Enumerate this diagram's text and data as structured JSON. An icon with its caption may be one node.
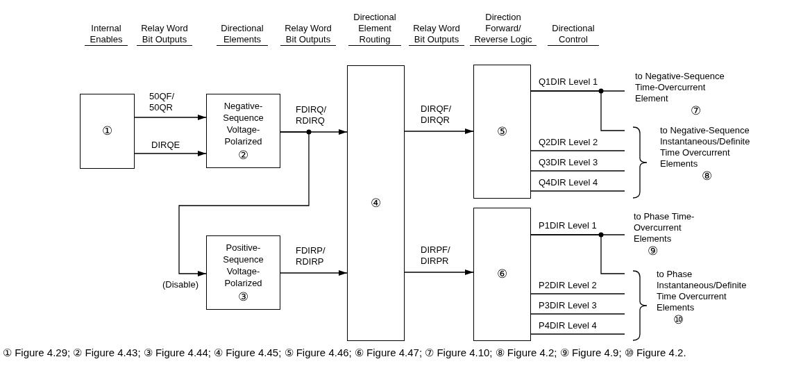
{
  "diagram": {
    "caption": "① Figure 4.29; ② Figure 4.43; ③ Figure 4.44; ④ Figure 4.45; ⑤ Figure 4.46; ⑥ Figure 4.47; ⑦ Figure 4.10; ⑧ Figure 4.2; ⑨ Figure 4.9; ⑩ Figure 4.2.",
    "nodes": [
      {
        "text": [
          "①"
        ]
      },
      {
        "text": [
          "Negative-Sequence Voltage-Polarized",
          "②"
        ]
      },
      {
        "text": [
          "Positive-Sequence Voltage-Polarized",
          "③"
        ]
      },
      {
        "text": [
          "④"
        ]
      },
      {
        "text": [
          "⑤"
        ]
      },
      {
        "text": [
          "⑥"
        ]
      },
      {
        "text": [
          "to Negative-Sequence Time-Overcurrent Element",
          "⑦"
        ]
      },
      {
        "text": [
          "to Negative-Sequence Instantaneous/Definite Time Overcurrent Elements",
          "⑧"
        ]
      },
      {
        "text": [
          "to Phase Time-Overcurrent Elements",
          "⑨"
        ]
      },
      {
        "text": [
          "to Phase Instantaneous/Definite Time Overcurrent Elements",
          "⑩"
        ]
      }
    ],
    "edges": [
      {
        "from": 0,
        "to": 1,
        "arrow": "to",
        "label": "50QF/ 50QR"
      },
      {
        "from": 0,
        "to": 1,
        "arrow": "to",
        "label": "DIRQE"
      },
      {
        "from": 1,
        "to": 3,
        "arrow": "to",
        "label": "FDIRQ/ RDIRQ"
      },
      {
        "from": 1,
        "to": 2,
        "arrow": "to",
        "label": "(Disable)"
      },
      {
        "from": 2,
        "to": 3,
        "arrow": "to",
        "label": "FDIRP/ RDIRP"
      },
      {
        "from": 3,
        "to": 4,
        "arrow": "to",
        "label": "DIRQF/ DIRQR"
      },
      {
        "from": 3,
        "to": 5,
        "arrow": "to",
        "label": "DIRPF/ DIRPR"
      },
      {
        "from": 4,
        "to": 6,
        "arrow": "none",
        "label": "Q1DIR Level 1"
      },
      {
        "from": 4,
        "to": 7,
        "arrow": "none"
      },
      {
        "from": 4,
        "to": 7,
        "arrow": "none",
        "label": "Q2DIR Level 2"
      },
      {
        "from": 4,
        "to": 7,
        "arrow": "none",
        "label": "Q3DIR Level 3"
      },
      {
        "from": 4,
        "to": 7,
        "arrow": "none",
        "label": "Q4DIR Level 4"
      },
      {
        "from": 5,
        "to": 8,
        "arrow": "none",
        "label": "P1DIR Level 1"
      },
      {
        "from": 5,
        "to": 9,
        "arrow": "none"
      },
      {
        "from": 5,
        "to": 9,
        "arrow": "none",
        "label": "P2DIR Level 2"
      },
      {
        "from": 5,
        "to": 9,
        "arrow": "none",
        "label": "P3DIR Level 3"
      },
      {
        "from": 5,
        "to": 9,
        "arrow": "none",
        "label": "P4DIR Level 4"
      }
    ],
    "labels": [
      "Internal Enables",
      "Relay Word Bit Outputs",
      "Directional Elements",
      "Relay Word Bit Outputs",
      "Directional Element Routing",
      "Relay Word Bit Outputs",
      "Direction Forward/ Reverse Logic",
      "Directional Control"
    ]
  }
}
